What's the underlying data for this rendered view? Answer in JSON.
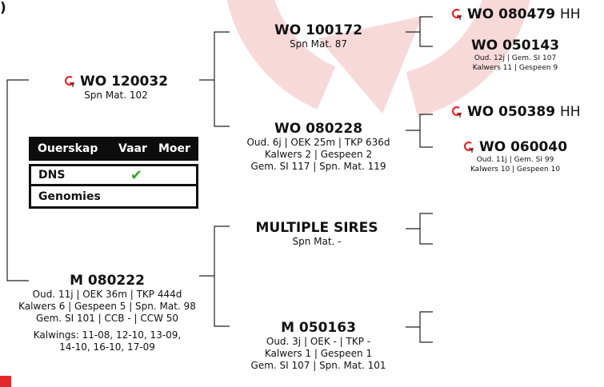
{
  "top_left_fragment": ")",
  "nodes": {
    "sire": {
      "name": "WO 120032",
      "line": "Spn Mat. 102"
    },
    "dam": {
      "name": "M 080222",
      "lines": [
        "Oud. 11j | OEK 36m | TKP 444d",
        "Kalwers 6 | Gespeen 5 | Spn. Mat. 98",
        "Gem. SI 101 | CCB - | CCW 50"
      ],
      "calvings": [
        "Kalwings: 11-08, 12-10, 13-09,",
        "14-10, 16-10, 17-09"
      ]
    },
    "ss": {
      "name": "WO 100172",
      "line": "Spn Mat. 87"
    },
    "sd": {
      "name": "WO 080228",
      "lines": [
        "Oud. 6j | OEK 25m | TKP 636d",
        "Kalwers 2 | Gespeen 2",
        "Gem. SI 117 | Spn. Mat. 119"
      ]
    },
    "ds": {
      "name": "MULTIPLE SIRES",
      "line": "Spn Mat. -"
    },
    "dd": {
      "name": "M 050163",
      "lines": [
        "Oud. 3j | OEK - | TKP -",
        "Kalwers 1 | Gespeen 1",
        "Gem. SI 107 | Spn. Mat. 101"
      ]
    },
    "sss": {
      "name": "WO 080479",
      "suffix": "HH"
    },
    "ssd": {
      "name": "WO 050143",
      "lines": [
        "Oud. 12j | Gem. SI 107",
        "Kalwers 11 | Gespeen 9"
      ]
    },
    "sds": {
      "name": "WO 050389",
      "suffix": "HH"
    },
    "sdd": {
      "name": "WO 060040",
      "lines": [
        "Oud. 11j | Gem. SI 99",
        "Kalwers 10 | Gespeen 10"
      ]
    }
  },
  "table": {
    "headers": [
      "Ouerskap",
      "Vaar",
      "Moer"
    ],
    "rows": [
      {
        "label": "DNS",
        "vaar": "✔",
        "moer": ""
      },
      {
        "label": "Genomies",
        "vaar": "",
        "moer": ""
      }
    ]
  },
  "colors": {
    "arrow": "#f8d9da",
    "accent": "#e32a2a",
    "tick": "#3aa52a",
    "header_bg": "#0d0d0d"
  },
  "icons": {
    "genomic": "genomic-test-icon"
  }
}
